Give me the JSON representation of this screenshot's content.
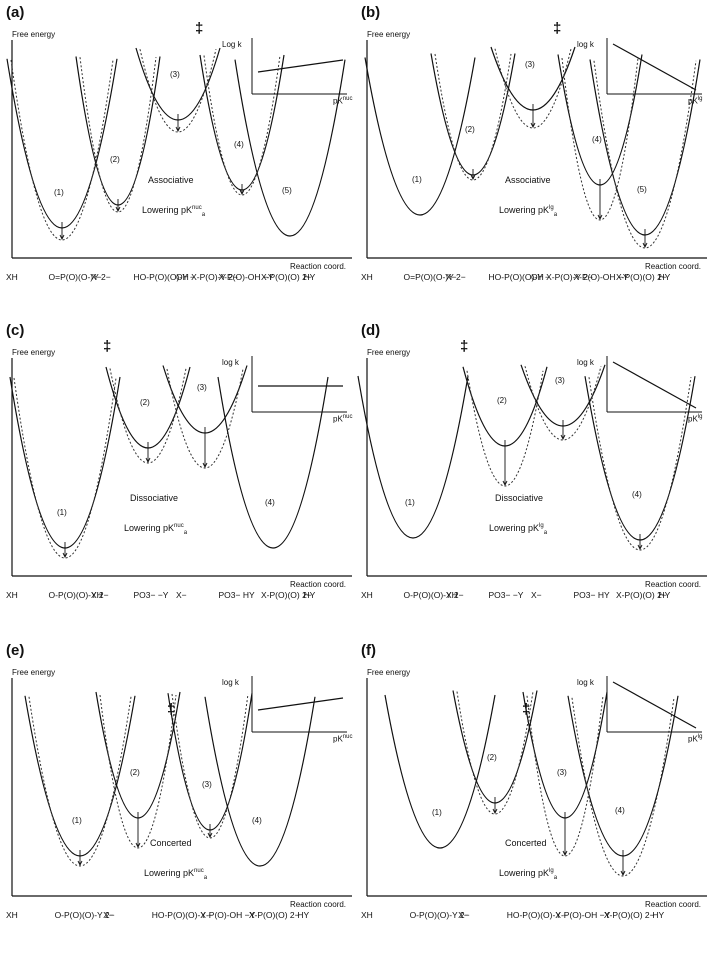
{
  "panels": {
    "a": {
      "label": "(a)",
      "yaxis": "Free energy",
      "xaxis": "Reaction coord.",
      "inset_y": "Log k",
      "inset_x": "pK",
      "inset_x_sup": "nuc",
      "mechanism": "Associative",
      "lowering": "Lowering pK",
      "lowering_sup": "nuc",
      "lowering_sub": "a",
      "wells": [
        "(1)",
        "(2)",
        "(3)",
        "(4)",
        "(5)"
      ],
      "ts": "‡",
      "species": [
        "XH",
        "O=P(O)(O-)Y 2−",
        "X−",
        "HO-P(O)(O)-Y −",
        "OH X-P(O)-Y 2−",
        "X-P(O)-OH −Y",
        "X-P(O)(O) 2−",
        "HY"
      ]
    },
    "b": {
      "label": "(b)",
      "yaxis": "Free energy",
      "xaxis": "Reaction coord.",
      "inset_y": "log k",
      "inset_x": "pK",
      "inset_x_sup": "lg",
      "mechanism": "Associative",
      "lowering": "Lowering pK",
      "lowering_sup": "lg",
      "lowering_sub": "a",
      "wells": [
        "(1)",
        "(2)",
        "(3)",
        "(4)",
        "(5)"
      ],
      "ts": "‡",
      "species": [
        "XH",
        "O=P(O)(O-)Y 2−",
        "X−",
        "HO-P(O)(O)-Y −",
        "OH X-P(O)-Y 2−",
        "X-P(O)-OH −Y",
        "X-P(O)(O) 2−",
        "HY"
      ]
    },
    "c": {
      "label": "(c)",
      "yaxis": "Free energy",
      "xaxis": "Reaction coord.",
      "inset_y": "log k",
      "inset_x": "pK",
      "inset_x_sup": "nuc",
      "mechanism": "Dissociative",
      "lowering": "Lowering pK",
      "lowering_sup": "nuc",
      "lowering_sub": "a",
      "wells": [
        "(1)",
        "(2)",
        "(3)",
        "(4)"
      ],
      "ts": "‡",
      "species": [
        "XH",
        "O-P(O)(O)-Y 2−",
        "XH",
        "PO3− −Y",
        "X−",
        "PO3− HY",
        "X-P(O)(O) 2−",
        "HY"
      ]
    },
    "d": {
      "label": "(d)",
      "yaxis": "Free energy",
      "xaxis": "Reaction coord.",
      "inset_y": "log k",
      "inset_x": "pK",
      "inset_x_sup": "lg",
      "mechanism": "Dissociative",
      "lowering": "Lowering pK",
      "lowering_sup": "lg",
      "lowering_sub": "a",
      "wells": [
        "(1)",
        "(2)",
        "(3)",
        "(4)"
      ],
      "ts": "‡",
      "species": [
        "XH",
        "O-P(O)(O)-Y 2−",
        "XH",
        "PO3− −Y",
        "X−",
        "PO3− HY",
        "X-P(O)(O) 2−",
        "HY"
      ]
    },
    "e": {
      "label": "(e)",
      "yaxis": "Free energy",
      "xaxis": "Reaction coord.",
      "inset_y": "log k",
      "inset_x": "pK",
      "inset_x_sup": "nuc",
      "mechanism": "Concerted",
      "lowering": "Lowering pK",
      "lowering_sup": "nuc",
      "lowering_sub": "a",
      "wells": [
        "(1)",
        "(2)",
        "(3)",
        "(4)"
      ],
      "ts": "‡",
      "species": [
        "XH",
        "O-P(O)(O)-Y 2−",
        "X−",
        "HO-P(O)(O)-Y −",
        "X-P(O)-OH −Y",
        "X-P(O)(O) 2−",
        "HY"
      ]
    },
    "f": {
      "label": "(f)",
      "yaxis": "Free energy",
      "xaxis": "Reaction coord.",
      "inset_y": "log k",
      "inset_x": "pK",
      "inset_x_sup": "lg",
      "mechanism": "Concerted",
      "lowering": "Lowering pK",
      "lowering_sup": "lg",
      "lowering_sub": "a",
      "wells": [
        "(1)",
        "(2)",
        "(3)",
        "(4)"
      ],
      "ts": "‡",
      "species": [
        "XH",
        "O-P(O)(O)-Y 2−",
        "X−",
        "HO-P(O)(O)-Y −",
        "X-P(O)-OH −Y",
        "X-P(O)(O) 2−",
        "HY"
      ]
    }
  },
  "colors": {
    "ink": "#111111",
    "dotted": "#333333"
  }
}
